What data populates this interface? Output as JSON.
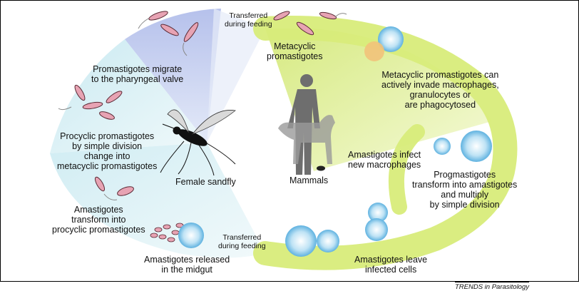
{
  "labels": {
    "transferred_top": "Transferred\nduring feeding",
    "transferred_bottom": "Transferred\nduring feeding",
    "metacyclic": "Metacyclic\npromastigotes",
    "invade": "Metacyclic promastigotes can\nactively invade macrophages,\ngranulocytes or\nare phagocytosed",
    "amast_infect": "Amastigotes infect\nnew macrophages",
    "progmast": "Progmastigotes\ntransform into amastigotes\nand multiply\nby simple division",
    "amast_leave": "Amastigotes leave\ninfected cells",
    "released": "Amastigotes released\nin the midgut",
    "procyclic": "Amastigotes\ntransform into\nprocyclic promastigotes",
    "simple_div": "Procyclic promastigotes\nby simple division\nchange into\nmetacyclic promastigotes",
    "pharyngeal": "Promastigotes migrate\nto the pharyngeal valve",
    "sandfly": "Female sandfly",
    "mammals": "Mammals"
  },
  "credit": "TRENDS in Parasitology",
  "colors": {
    "host_cycle": "#d8ec7a",
    "vector_blue": "#b8c4ea",
    "vector_cyan": "#d4ecf2",
    "parasite": "#e7a3b3",
    "macrophage": "#6bb7e0",
    "silhouette": "#6e6e6e"
  }
}
